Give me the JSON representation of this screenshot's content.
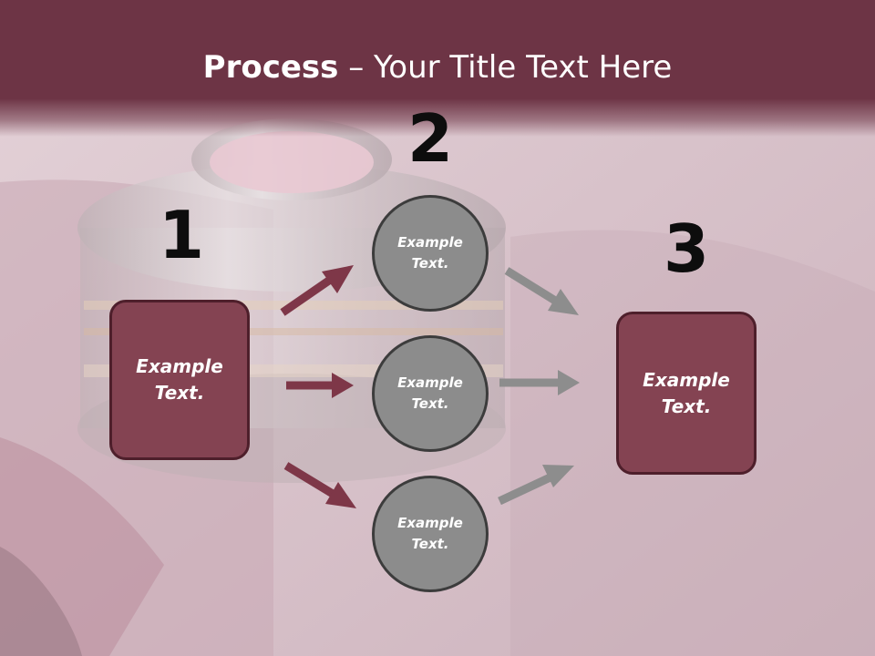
{
  "title": {
    "bold": "Process",
    "separator": " – ",
    "rest": "Your Title Text Here"
  },
  "steps": [
    {
      "number": "1",
      "label": "Example Text."
    },
    {
      "number": "2",
      "label": "Example Text."
    },
    {
      "number": "3",
      "label": "Example Text."
    }
  ],
  "circles": [
    {
      "label": "Example Text."
    },
    {
      "label": "Example Text."
    },
    {
      "label": "Example Text."
    }
  ],
  "colors": {
    "title_band": "#6d3445",
    "box_fill": "#844352",
    "box_border": "#4e1f2b",
    "circle_fill": "#8c8c8c",
    "circle_border": "#3c3c3c",
    "arrow_maroon": "#7e3748",
    "arrow_gray": "#8d8d8d"
  }
}
